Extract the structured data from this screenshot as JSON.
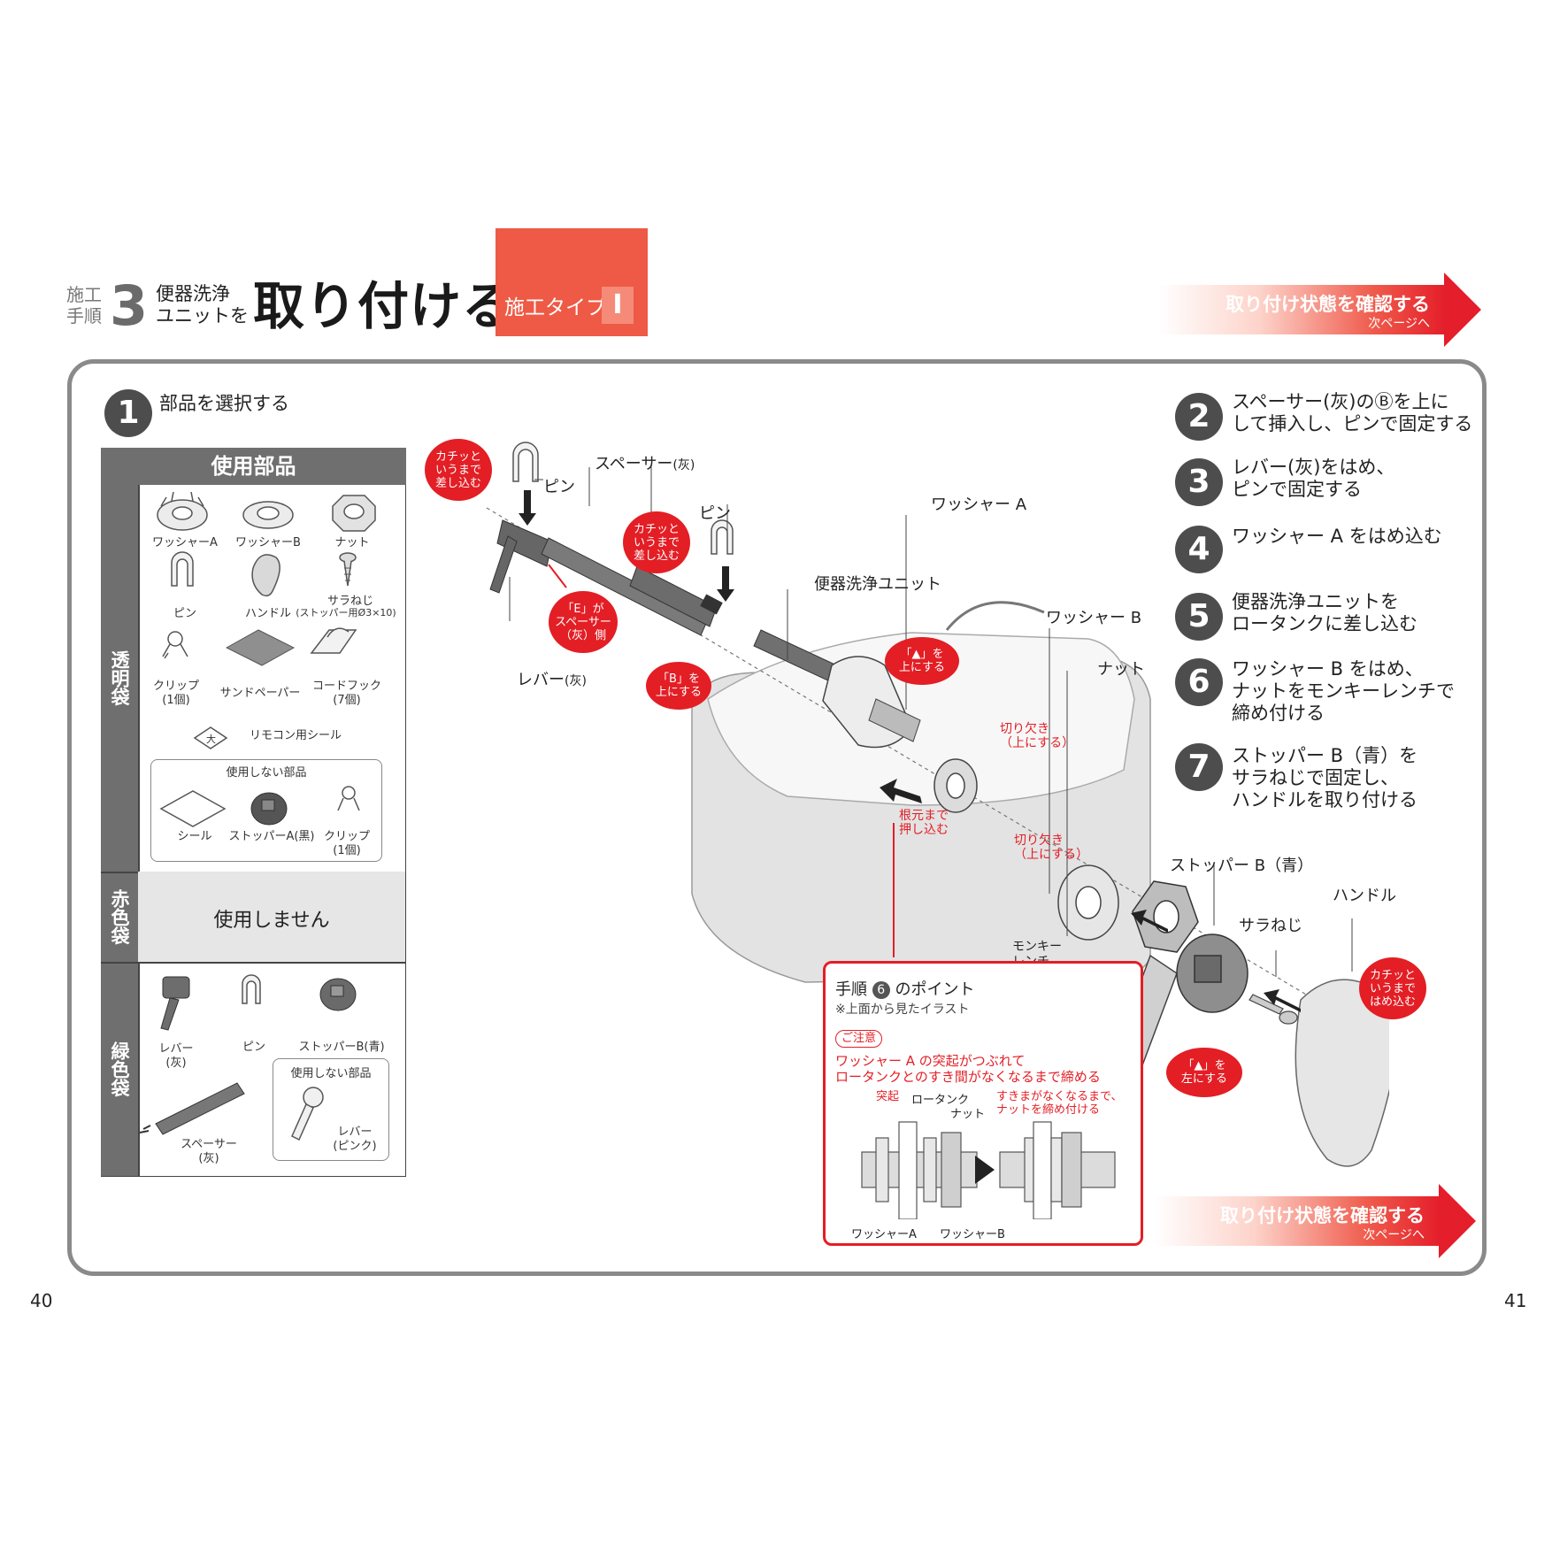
{
  "header": {
    "kousei": "施工",
    "tejun": "手順",
    "step_number": "3",
    "subtitle_line1": "便器洗浄",
    "subtitle_line2": "ユニットを",
    "title": "取り付ける",
    "type_label": "施工タイプ",
    "type_roman": "I"
  },
  "nav_banner": {
    "label": "取り付け状態を確認する",
    "sub": "次ページへ",
    "color": "#e41e2a"
  },
  "step1": {
    "number": "1",
    "label": "部品を選択する"
  },
  "parts_table": {
    "header": "使用部品",
    "clear_bag": {
      "name": "透明袋",
      "items": [
        {
          "label": "ワッシャーA"
        },
        {
          "label": "ワッシャーB"
        },
        {
          "label": "ナット"
        },
        {
          "label": "ピン"
        },
        {
          "label": "ハンドル"
        },
        {
          "label": "サラねじ",
          "note": "(ストッパー用Ø3×10)"
        },
        {
          "label": "クリップ",
          "note": "(1個)"
        },
        {
          "label": "サンドペーパー"
        },
        {
          "label": "コードフック",
          "note": "(7個)"
        }
      ],
      "remote_seal": "リモコン用シール",
      "unused_title": "使用しない部品",
      "unused_items": [
        {
          "label": "シール"
        },
        {
          "label": "ストッパーA(黒)"
        },
        {
          "label": "クリップ",
          "note": "(1個)"
        }
      ]
    },
    "red_bag": {
      "name": "赤色袋",
      "text": "使用しません"
    },
    "green_bag": {
      "name": "緑色袋",
      "items": [
        {
          "label": "レバー",
          "note": "(灰)"
        },
        {
          "label": "ピン"
        },
        {
          "label": "ストッパーB(青)"
        },
        {
          "label": "スペーサー",
          "note": "(灰)"
        }
      ],
      "unused_title": "使用しない部品",
      "unused_items": [
        {
          "label": "レバー",
          "note": "(ピンク)"
        }
      ]
    }
  },
  "steps": [
    {
      "num": "2",
      "lines": [
        "スペーサー(灰)のⒷを上に",
        "して挿入し、ピンで固定する"
      ]
    },
    {
      "num": "3",
      "lines": [
        "レバー(灰)をはめ、",
        "ピンで固定する"
      ]
    },
    {
      "num": "4",
      "lines": [
        "ワッシャー A をはめ込む"
      ]
    },
    {
      "num": "5",
      "lines": [
        "便器洗浄ユニットを",
        "ロータンクに差し込む"
      ]
    },
    {
      "num": "6",
      "lines": [
        "ワッシャー B をはめ、",
        "ナットをモンキーレンチで",
        "締め付ける"
      ]
    },
    {
      "num": "7",
      "lines": [
        "ストッパー B（青）を",
        "サラねじで固定し、",
        "ハンドルを取り付ける"
      ]
    }
  ],
  "diagram_labels": {
    "pin_top": "ピン",
    "spacer": "スペーサー",
    "spacer_note": "(灰)",
    "pin_mid": "ピン",
    "washer_a": "ワッシャー A",
    "unit": "便器洗浄ユニット",
    "washer_b": "ワッシャー B",
    "nut": "ナット",
    "lever": "レバー",
    "lever_note": "(灰)",
    "stopper_b": "ストッパー B（青）",
    "screw": "サラねじ",
    "handle": "ハンドル",
    "wrench_1": "モンキー",
    "wrench_2": "レンチ",
    "notch1_1": "切り欠き",
    "notch1_2": "（上にする）",
    "notch2_1": "切り欠き",
    "notch2_2": "（上にする）",
    "push_1": "根元まで",
    "push_2": "押し込む"
  },
  "bubbles": {
    "click1": [
      "カチッと",
      "いうまで",
      "差し込む"
    ],
    "click2": [
      "カチッと",
      "いうまで",
      "差し込む"
    ],
    "click3": [
      "カチッと",
      "いうまで",
      "はめ込む"
    ],
    "e_side": [
      "「E」が",
      "スペーサー",
      "（灰）側"
    ],
    "b_up": [
      "「B」を",
      "上にする"
    ],
    "tri_up": [
      "「▲」を",
      "上にする"
    ],
    "tri_left": [
      "「▲」を",
      "左にする"
    ]
  },
  "point_box": {
    "title_pre": "手順",
    "title_num": "6",
    "title_post": "のポイント",
    "note": "※上面から見たイラスト",
    "caution": "ご注意",
    "text_line1": "ワッシャー A の突起がつぶれて",
    "text_line2": "ロータンクとのすき間がなくなるまで締める",
    "lbl_protrusion": "突起",
    "lbl_tank": "ロータンク",
    "lbl_nut": "ナット",
    "lbl_gap_1": "すきまがなくなるまで、",
    "lbl_gap_2": "ナットを締め付ける",
    "lbl_washer_a": "ワッシャーA",
    "lbl_washer_b": "ワッシャーB"
  },
  "page_numbers": {
    "left": "40",
    "right": "41"
  },
  "colors": {
    "accent_red": "#e31e25",
    "type_box": "#ee5a45",
    "frame_gray": "#8a8a8a",
    "table_gray": "#6f6f6f"
  }
}
